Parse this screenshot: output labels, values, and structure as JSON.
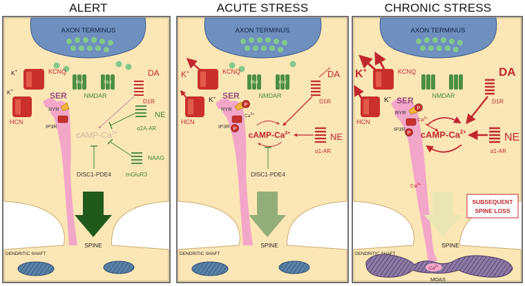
{
  "panels": [
    {
      "title": "ALERT",
      "axon": "AXON TERMINUS",
      "kcnq": "KCNQ",
      "k_ion": "K",
      "k_sup": "+",
      "hcn": "HCN",
      "ser": "SER",
      "ryr": "RYR",
      "ip3r": "IP3R",
      "glut1": "Glut",
      "glut2": "Glut",
      "nmdar": "NMDAR",
      "da": "DA",
      "d1r": "D1R",
      "ne": "NE",
      "receptor_ne": "α2A-AR",
      "naag": "NAAG",
      "mglur3": "mGluR3",
      "camp": "cAMP-Ca",
      "camp_sup": "2+",
      "disc": "DISC1-PDE4",
      "spine": "SPINE",
      "shaft": "DENDRITIC SHAFT"
    },
    {
      "title": "ACUTE STRESS",
      "axon": "AXON TERMINUS",
      "kcnq": "KCNQ",
      "k_ion": "K",
      "k_sup": "+",
      "hcn": "HCN",
      "ser": "SER",
      "ryr": "RYR",
      "ip3r": "IP3R",
      "ca_small": "Ca",
      "ca_sup": "2+",
      "p_mark": "P",
      "glut1": "Glut",
      "glut2": "Glut",
      "nmdar": "NMDAR",
      "da": "DA",
      "d1r": "D1R",
      "ne": "NE",
      "receptor_ne": "α1-AR",
      "camp": "cAMP-Ca",
      "camp_sup": "2+",
      "disc": "DISC1-PDE4",
      "spine": "SPINE",
      "shaft": "DENDRITIC SHAFT"
    },
    {
      "title": "CHRONIC STRESS",
      "axon": "AXON TERMINUS",
      "kcnq": "KCNQ",
      "k_ion": "K",
      "k_sup": "+",
      "hcn": "HCN",
      "ser": "SER",
      "ryr": "RYR",
      "ip3r": "IP3R",
      "ca_small": "Ca",
      "ca_sup": "2+",
      "p_mark": "P",
      "nmdar": "NMDAR",
      "da": "DA",
      "d1r": "D1R",
      "ne": "NE",
      "receptor_ne": "α1-AR",
      "camp": "cAMP-Ca",
      "camp_sup": "2+",
      "ca_mid": "Ca",
      "ca_bottom": "Ca",
      "loss_line1": "SUBSEQUENT",
      "loss_line2": "SPINE LOSS",
      "spine": "SPINE",
      "shaft": "DENDRITIC SHAFT",
      "moas": "MOAS"
    }
  ],
  "colors": {
    "cytoplasm": "#fbe6b6",
    "axon": "#6f8fbf",
    "vesicle": "#84c98a",
    "channel_red": "#c9302b",
    "receptor_green": "#4b8f43",
    "ser_pink": "#f2a6c8",
    "label_red": "#c0272d",
    "label_green": "#3f8a3a",
    "arrow_alert": "#1f5a1c",
    "arrow_acute": "#93ad78",
    "arrow_chronic": "#e9e6b4",
    "mito": "#5a83a8",
    "moas": "#8e7aa6"
  }
}
